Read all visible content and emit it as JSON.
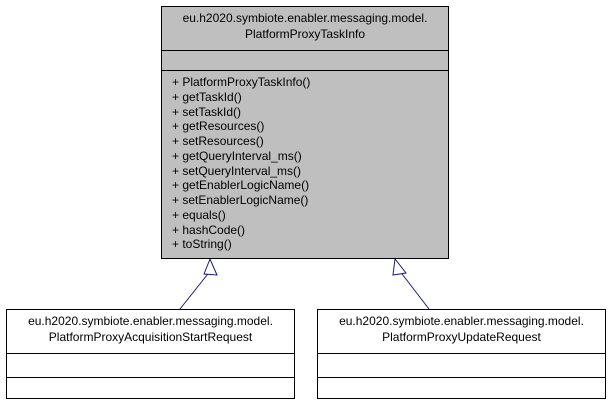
{
  "base_class": {
    "name_lines": [
      "eu.h2020.symbiote.enabler.messaging.model.",
      "PlatformProxyTaskInfo"
    ],
    "methods": [
      "+ PlatformProxyTaskInfo()",
      "+ getTaskId()",
      "+ setTaskId()",
      "+ getResources()",
      "+ setResources()",
      "+ getQueryInterval_ms()",
      "+ setQueryInterval_ms()",
      "+ getEnablerLogicName()",
      "+ setEnablerLogicName()",
      "+ equals()",
      "+ hashCode()",
      "+ toString()"
    ]
  },
  "derived_classes": [
    {
      "name_lines": [
        "eu.h2020.symbiote.enabler.messaging.model.",
        "PlatformProxyAcquisitionStartRequest"
      ]
    },
    {
      "name_lines": [
        "eu.h2020.symbiote.enabler.messaging.model.",
        "PlatformProxyUpdateRequest"
      ]
    }
  ],
  "colors": {
    "base_fill": "#bfbfbf",
    "derived_fill": "#ffffff",
    "edge": "#191970"
  }
}
